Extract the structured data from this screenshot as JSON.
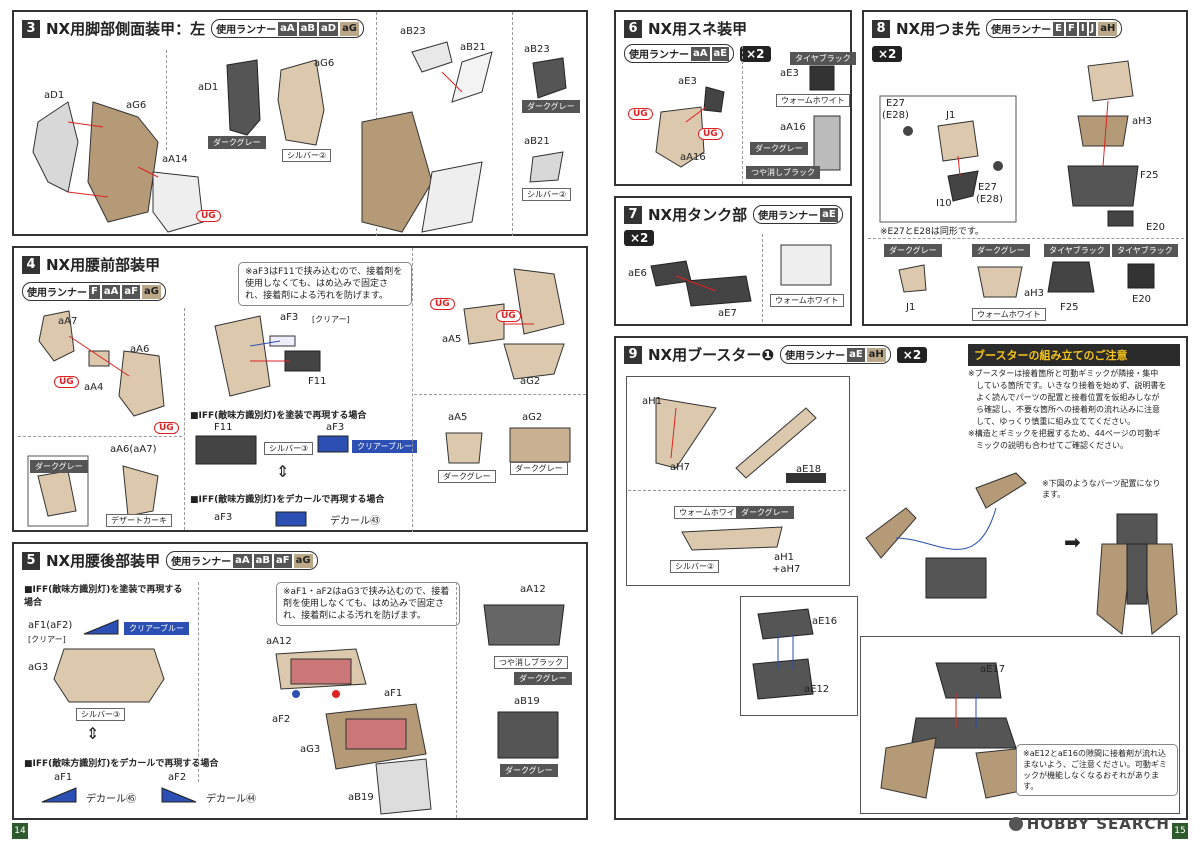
{
  "page": {
    "left_number": "14",
    "right_number": "15"
  },
  "colors": {
    "tan": "#b59a77",
    "light_tan": "#dcc9ad",
    "dark_grey": "#555555",
    "light_grey": "#d8d8d8",
    "red": "#dd2222",
    "blue": "#2b4fb3"
  },
  "watermark": "HOBBY SEARCH",
  "s3": {
    "num": "3",
    "title": "NX用脚部側面装甲：左",
    "runner_label": "使用ランナー",
    "runners": [
      "aA",
      "aB",
      "aD",
      "aG"
    ],
    "labels": {
      "aD1a": "aD1",
      "aG6a": "aG6",
      "aA14": "aA14",
      "aD1b": "aD1",
      "aG6b": "aG6",
      "aB23a": "aB23",
      "aB21a": "aB21",
      "aB23b": "aB23",
      "aB21b": "aB21"
    },
    "tags": {
      "darkgrey1": "ダークグレー",
      "silver1": "シルバー②",
      "darkgrey2": "ダークグレー",
      "silver2": "シルバー②"
    },
    "ug": "UG"
  },
  "s4": {
    "num": "4",
    "title": "NX用腰前部装甲",
    "runner_label": "使用ランナー",
    "runners": [
      "F",
      "aA",
      "aF",
      "aG"
    ],
    "note": "※aF3はF11で挟み込むので、接着剤を使用しなくても、はめ込みで固定され、接着剤による汚れを防げます。",
    "labels": {
      "aA7": "aA7",
      "aA6": "aA6",
      "aA4": "aA4",
      "aF3": "aF3",
      "clear": "[クリアー]",
      "F11": "F11",
      "aA5": "aA5",
      "aG2": "aG2",
      "aA6aA7": "aA6(aA7)",
      "F11b": "F11",
      "aF3b": "aF3",
      "aF3c": "aF3",
      "aA5b": "aA5",
      "aG2b": "aG2"
    },
    "tags": {
      "darkgrey": "ダークグレー",
      "desert": "デザートカーキ",
      "silver3": "シルバー③",
      "clearblue": "クリアーブルー",
      "darkgrey2": "ダークグレー",
      "darkgrey3": "ダークグレー"
    },
    "iff_paint": "■IFF(敵味方識別灯)を塗装で再現する場合",
    "iff_decal": "■IFF(敵味方識別灯)をデカールで再現する場合",
    "decal": "デカール㊸",
    "ug": "UG"
  },
  "s5": {
    "num": "5",
    "title": "NX用腰後部装甲",
    "runner_label": "使用ランナー",
    "runners": [
      "aA",
      "aB",
      "aF",
      "aG"
    ],
    "iff_paint": "■IFF(敵味方識別灯)を塗装で再現する場合",
    "iff_decal": "■IFF(敵味方識別灯)をデカールで再現する場合",
    "note": "※aF1・aF2はaG3で挟み込むので、接着剤を使用しなくても、はめ込みで固定され、接着剤による汚れを防げます。",
    "labels": {
      "aF1aF2": "aF1(aF2)",
      "clear": "[クリアー]",
      "aG3": "aG3",
      "aA12": "aA12",
      "aF1": "aF1",
      "aF2": "aF2",
      "aG3b": "aG3",
      "aB19": "aB19",
      "aA12b": "aA12",
      "aB19b": "aB19",
      "aF1c": "aF1",
      "aF2c": "aF2"
    },
    "tags": {
      "clearblue": "クリアーブルー",
      "silver3": "シルバー③",
      "matblack": "つや消しブラック",
      "darkgrey": "ダークグレー",
      "darkgrey2": "ダークグレー"
    },
    "decal45": "デカール㊺",
    "decal44": "デカール㊹"
  },
  "s6": {
    "num": "6",
    "title": "NX用スネ装甲",
    "runner_label": "使用ランナー",
    "runners": [
      "aA",
      "aE"
    ],
    "count": "×2",
    "labels": {
      "aE3": "aE3",
      "aA16": "aA16",
      "aE3b": "aE3",
      "aA16b": "aA16"
    },
    "tags": {
      "tireblack": "タイヤブラック",
      "warmwhite": "ウォームホワイト",
      "darkgrey": "ダークグレー",
      "matblack": "つや消しブラック"
    }
  },
  "s7": {
    "num": "7",
    "title": "NX用タンク部",
    "runner_label": "使用ランナー",
    "runners": [
      "aE"
    ],
    "count": "×2",
    "labels": {
      "aE6": "aE6",
      "aE7": "aE7"
    },
    "tags": {
      "warmwhite": "ウォームホワイト"
    }
  },
  "s8": {
    "num": "8",
    "title": "NX用つま先",
    "runner_label": "使用ランナー",
    "runners": [
      "E",
      "F",
      "I",
      "J",
      "aH"
    ],
    "count": "×2",
    "labels": {
      "E27": "E27",
      "E28": "(E28)",
      "J1": "J1",
      "I10": "I10",
      "E27b": "E27",
      "E28b": "(E28)",
      "aH3": "aH3",
      "F25": "F25",
      "E20": "E20",
      "J1b": "J1",
      "aH3b": "aH3",
      "F25b": "F25",
      "E20b": "E20"
    },
    "note": "※E27とE28は同形です。",
    "tags": {
      "darkgrey": "ダークグレー",
      "darkgrey2": "ダークグレー",
      "tire1": "タイヤブラック",
      "tire2": "タイヤブラック",
      "warmwhite": "ウォームホワイト"
    }
  },
  "s9": {
    "num": "9",
    "title": "NX用ブースター❶",
    "runner_label": "使用ランナー",
    "runners": [
      "aE",
      "aH"
    ],
    "count": "×2",
    "caution_title": "ブースターの組み立てのご注意",
    "caution_lines": [
      "※ブースターは接着箇所と可動ギミックが隣接・集中",
      "　している箇所です。いきなり接着を始めず、説明書を",
      "　よく読んでパーツの配置と接着位置を仮組みしなが",
      "　ら確認し、不要な箇所への接着剤の流れ込みに注意",
      "　して、ゆっくり慎重に組み立ててください。",
      "※構造とギミックを把握するため、44ページの可動ギ",
      "　ミックの説明も合わせてご確認ください。"
    ],
    "parts_note": "※下図のようなパーツ配置になります。",
    "glue_note": "※aE12とaE16の隙間に接着剤が流れ込まないよう、ご注意ください。可動ギミックが機能しなくなるおそれがあります。",
    "labels": {
      "aH1": "aH1",
      "aH7": "aH7",
      "aE18": "aE18",
      "aH1aH7": "aH1",
      "aH7b": "+aH7",
      "aE16": "aE16",
      "aE12": "aE12",
      "aE17": "aE17"
    },
    "tags": {
      "warmwhite": "ウォームホワイト",
      "darkgrey": "ダークグレー",
      "silver2": "シルバー②"
    }
  }
}
